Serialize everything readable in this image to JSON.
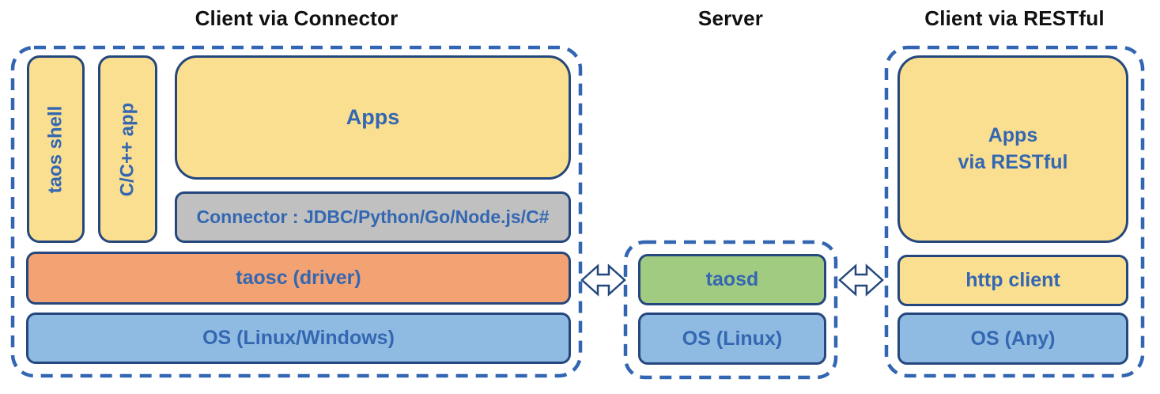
{
  "diagram": {
    "left": {
      "title": "Client via Connector",
      "taos_shell": "taos shell",
      "cpp_app": "C/C++ app",
      "apps": "Apps",
      "connector": "Connector : JDBC/Python/Go/Node.js/C#",
      "taosc": "taosc (driver)",
      "os": "OS (Linux/Windows)"
    },
    "server": {
      "title": "Server",
      "taosd": "taosd",
      "os": "OS (Linux)"
    },
    "right": {
      "title": "Client via RESTful",
      "apps_line1": "Apps",
      "apps_line2": "via RESTful",
      "http_client": "http client",
      "os": "OS (Any)"
    },
    "colors": {
      "box_yellow": "#FBDF90",
      "box_orange": "#F2A273",
      "box_blue": "#8FBBE2",
      "box_green": "#A2CB82",
      "box_gray": "#C0C0C0",
      "box_border_navy": "#24477D",
      "dashed_border_blue": "#3366B2",
      "label_text_blue": "#3467B2",
      "title_text_black": "#111111"
    }
  }
}
